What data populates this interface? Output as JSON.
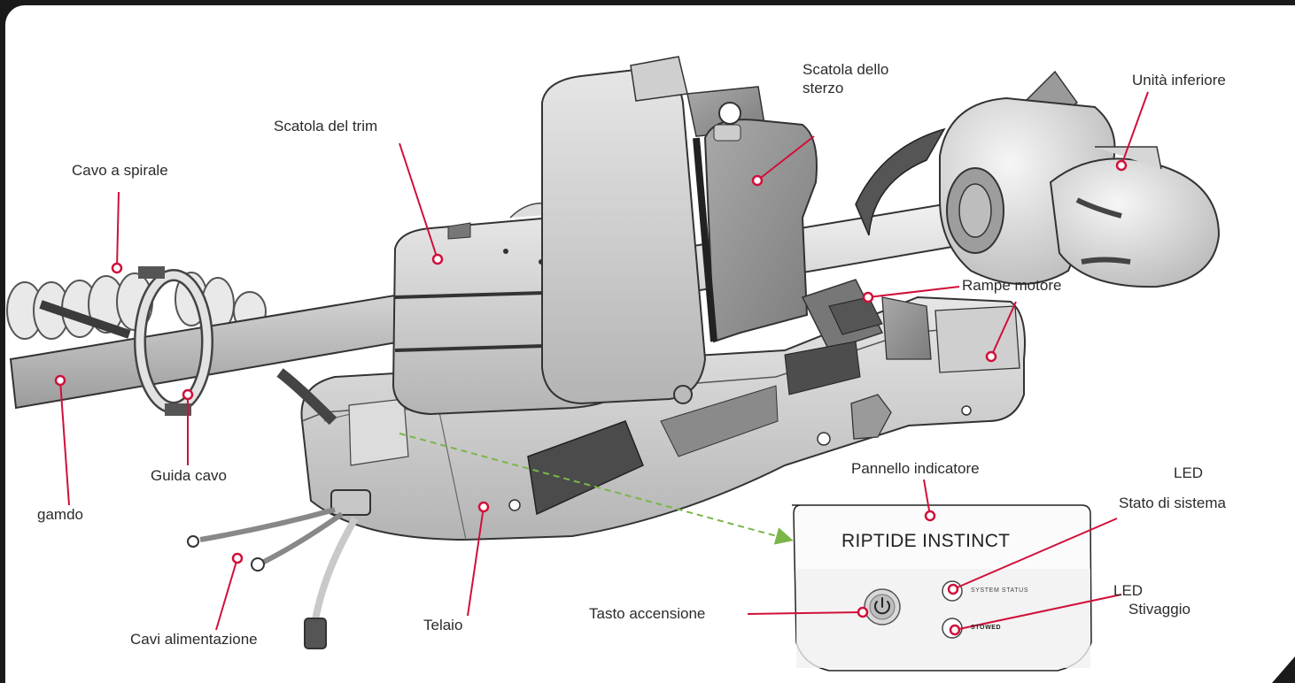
{
  "labels": {
    "cavo_spirale": "Cavo a spirale",
    "scatola_trim": "Scatola del trim",
    "scatola_sterzo": "Scatola dello sterzo",
    "unita_inferiore": "Unità inferiore",
    "rampe_motore": "Rampe motore",
    "pannello_indicatore": "Pannello indicatore",
    "led_stato_1": "LED",
    "led_stato_2": "Stato di sistema",
    "led_stivaggio_1": "LED",
    "led_stivaggio_2": "Stivaggio",
    "tasto_accensione": "Tasto accensione",
    "telaio": "Telaio",
    "cavi_alimentazione": "Cavi alimentazione",
    "guida_cavo": "Guida cavo",
    "gambo": "gamdo"
  },
  "panel": {
    "title": "RIPTIDE INSTINCT",
    "system_status": "SYSTEM STATUS",
    "stowed": "STOWED"
  },
  "colors": {
    "callout": "#d0103a",
    "arrow": "#7ab648",
    "frame": "#1a1a1a"
  },
  "icons": {
    "power": "power-icon"
  }
}
